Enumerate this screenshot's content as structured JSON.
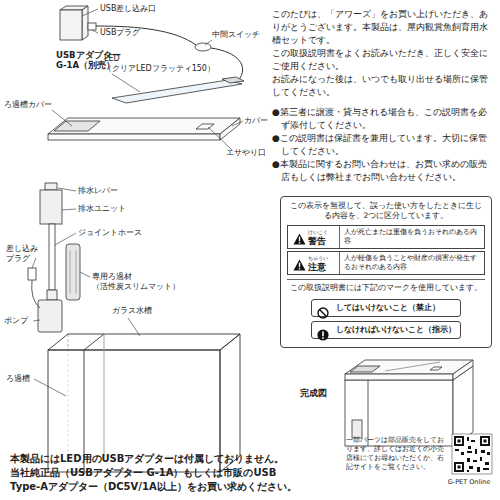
{
  "diagram": {
    "nodes": [
      {
        "text": [
          "この表示を無視して、誤った使い方をしたときに生じる内容を、2つに区分しています。",
          "この取扱説明書には下記のマークを使用しています。"
        ]
      },
      {
        "text": [
          "警告",
          "人が死亡または重傷を負うおそれのある内容"
        ],
        "in": 0
      },
      {
        "text": [
          "注意",
          "人が軽傷を負うことや財産の損害が発生するおそれのある内容"
        ],
        "in": 0
      },
      {
        "text": [
          "してはいけないこと（禁止）"
        ],
        "in": 0
      },
      {
        "text": [
          "しなければいけないこと（指示）"
        ],
        "in": 0
      }
    ],
    "labels": [
      "USB差し込み口",
      "USBプラグ",
      "中間スイッチ",
      "USBアダプター G-1A（別売）",
      "LED （クリアLEDフラッティ150）",
      "ろ過槽カバー",
      "カバー",
      "エサやり口",
      "排水レバー",
      "排水ユニット",
      "ジョイントホース",
      "差し込み プラグ",
      "専用ろ過材 （活性炭スリムマット）",
      "ポンプ",
      "ガラス水槽",
      "ろ過槽",
      "このたびは、「アワーズ」をお買い上げいただき、ありがとうございます。本製品は、屋内観賞魚飼育用水槽セットです。",
      "この取扱説明書をよくお読みいただき、正しく安全にご使用ください。",
      "お読みになった後は、いつでも取り出せる場所に保管してください。",
      "●第三者に譲渡・貸与される場合も、この説明書を必ず添付してください。",
      "●この説明書は保証書を兼用しています。大切に保管してください。",
      "●本製品に関するお問い合わせは、お買い求めの販売店もしくは弊社までお問い合わせください。",
      "けいこく",
      "ちゅうい",
      "完成図",
      "本製品にはLED用のUSBアダプターは付属しておりません。",
      "当社純正品（USBアダプター G-1A）もしくは市販のUSB Type-Aアダプター（DC5V/1A以上）をお買い求めください。",
      "一部パーツは部品販売をしております。詳しくはお近くの小売店様にてお尋ねいただくか、右記サイトをご覧ください。",
      "G-PET Online"
    ]
  }
}
